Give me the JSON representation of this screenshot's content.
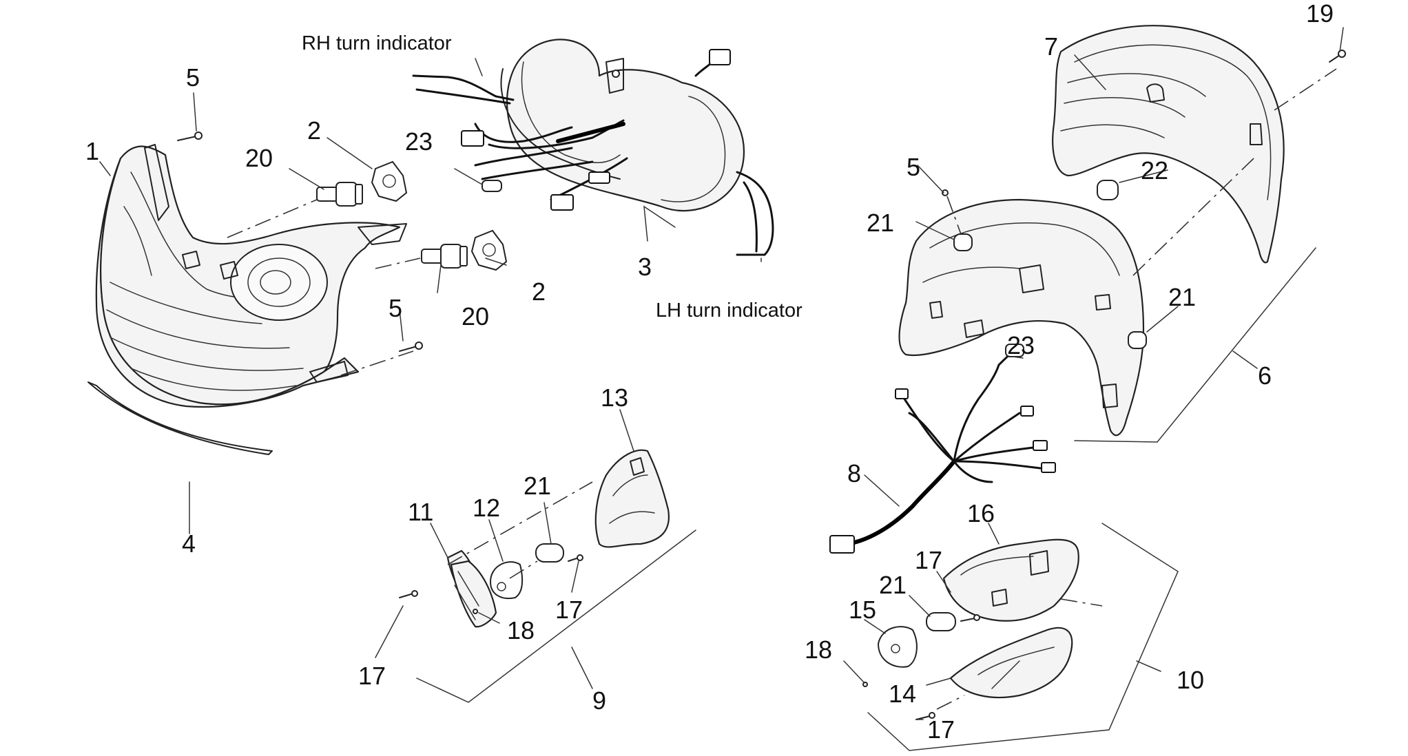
{
  "captions": {
    "rh_turn_indicator": "RH turn indicator",
    "lh_turn_indicator": "LH turn indicator"
  },
  "callouts": {
    "c1": "1",
    "c2a": "2",
    "c2b": "2",
    "c3": "3",
    "c4": "4",
    "c5a": "5",
    "c5b": "5",
    "c5c": "5",
    "c6": "6",
    "c7": "7",
    "c8": "8",
    "c9": "9",
    "c10": "10",
    "c11": "11",
    "c12": "12",
    "c13": "13",
    "c14": "14",
    "c15": "15",
    "c16": "16",
    "c17a": "17",
    "c17b": "17",
    "c17c": "17",
    "c17d": "17",
    "c18a": "18",
    "c18b": "18",
    "c19": "19",
    "c20a": "20",
    "c20b": "20",
    "c21a": "21",
    "c21b": "21",
    "c21c": "21",
    "c21d": "21",
    "c22": "22",
    "c23a": "23",
    "c23b": "23"
  }
}
